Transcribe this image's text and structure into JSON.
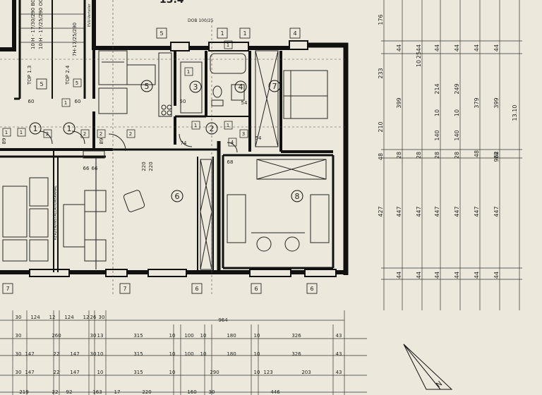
{
  "title_fragment": "13.4",
  "plan": {
    "door_note": "DOB 100/25",
    "rooms": [
      "1",
      "1",
      "2",
      "3",
      "4",
      "5",
      "6",
      "7",
      "8"
    ],
    "staircase": {
      "line1": "10 H - 17/30/290 BG",
      "line2": "10 H - 17/25/290 OG",
      "line3": "7H-17/25/290",
      "top_labels": [
        "TOP 1.3",
        "TOP 2.4"
      ],
      "side_label": "EVU-Verteiler"
    },
    "wall_note": "KERZEN/INSTALLATIONSKANAL",
    "dims_small": [
      "60",
      "60",
      "50",
      "54",
      "74",
      "54",
      "68",
      "89",
      "89",
      "220",
      "220",
      "66",
      "66"
    ],
    "window_marks_top": [
      "5",
      "1",
      "1",
      "4",
      "5"
    ],
    "window_marks_bottom": [
      "7",
      "7",
      "6",
      "6",
      "6"
    ],
    "door_marks": [
      "1",
      "1",
      "2",
      "2",
      "1",
      "1",
      "3",
      "4",
      "1",
      "1",
      "1",
      "2",
      "5",
      "2"
    ]
  },
  "dim_right": {
    "col1": [
      "176",
      "233",
      "210",
      "48",
      "427"
    ],
    "col2": [
      "44",
      "399",
      "28",
      "447",
      "44"
    ],
    "col3": [
      "44",
      "10",
      "25",
      "28",
      "447",
      "44"
    ],
    "col4": [
      "44",
      "214",
      "10",
      "140",
      "28",
      "447",
      "44"
    ],
    "col5": [
      "44",
      "249",
      "10",
      "140",
      "28",
      "447",
      "44"
    ],
    "col6": [
      "44",
      "379",
      "48",
      "447",
      "44"
    ],
    "col7": [
      "44",
      "399",
      "28",
      "447",
      "44"
    ],
    "col8": [
      "962"
    ],
    "col9": [
      "13.10"
    ]
  },
  "dim_bottom": {
    "row1": [
      "30",
      "124",
      "12",
      "124",
      "12",
      "26",
      "30",
      "964"
    ],
    "row2": [
      "30",
      "260",
      "30",
      "13",
      "315",
      "10",
      "100",
      "10",
      "180",
      "10",
      "326",
      "43"
    ],
    "row3": [
      "30",
      "147",
      "22",
      "147",
      "30",
      "10",
      "315",
      "10",
      "100",
      "10",
      "180",
      "10",
      "326",
      "43"
    ],
    "row4": [
      "30",
      "147",
      "22",
      "147",
      "10",
      "315",
      "10",
      "290",
      "10",
      "123",
      "203",
      "43"
    ],
    "row5": [
      "219",
      "22",
      "92",
      "163",
      "17",
      "220",
      "160",
      "30",
      "446"
    ]
  }
}
